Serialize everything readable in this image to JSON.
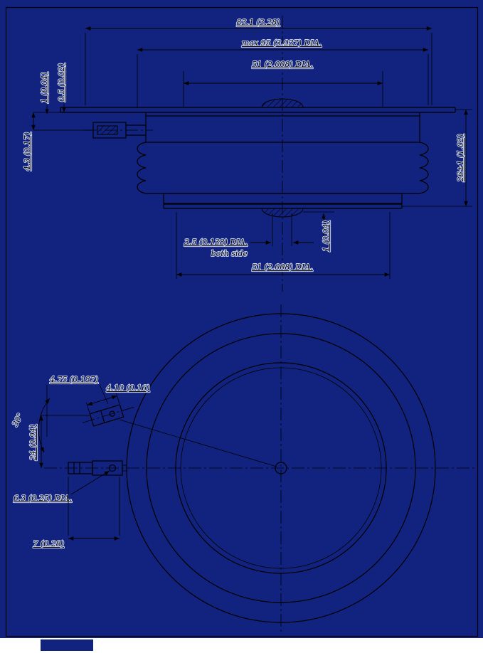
{
  "colors": {
    "sheet_background": "#12237f",
    "ink": "#000000",
    "text_halo": "#c7d2f2"
  },
  "section_view": {
    "dim_overall_width": "83.1 (3.28)",
    "dim_max_diameter": "max 95 (3.937) DIA.",
    "dim_top_pole_diameter": "51 (2.008) DIA.",
    "dim_sheet_thickness": "0.5 (0.02)",
    "dim_lip_height": "1 (0.04)",
    "dim_gate_lead_offset": "4.3 (0.17)",
    "dim_body_height": "26±1 (1.02)",
    "dim_gate_hole_diameter": "3.5 (0.138) DIA.",
    "gate_hole_note": "both side",
    "dim_recess_depth": "1 (0.04)",
    "dim_bottom_pole_diameter": "51 (2.008) DIA."
  },
  "plan_view": {
    "dim_tab_width": "4.75 (0.187)",
    "dim_tab_thickness": "4.10 (0.16)",
    "dim_tab_angle": "30°",
    "dim_tab_offset": "24 (0.94)",
    "dim_hole_diameter": "6.3 (0.25) DIA.",
    "dim_tab_length": "7 (0.28)"
  }
}
